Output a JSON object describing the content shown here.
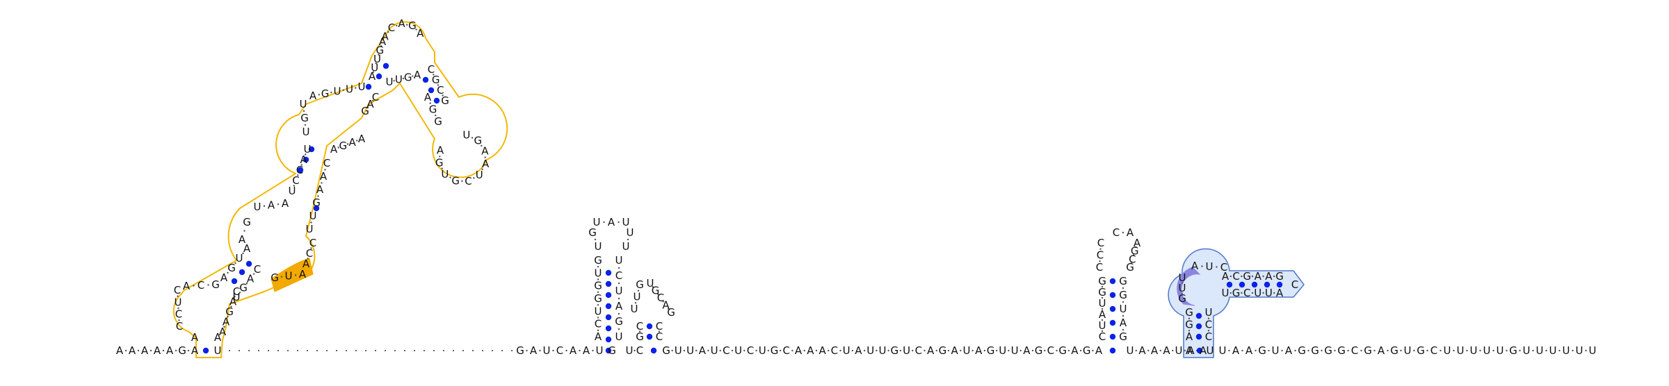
{
  "diagram": {
    "colors": {
      "highlight_yellow": "#f2b705",
      "highlight_yellow_fill": "#f2a900",
      "highlight_blue": "#4f78c8",
      "highlight_blue_fill": "#dbe7fb",
      "highlight_purple": "#8a86e0",
      "base_pair": "#0b22e8",
      "text": "#111111"
    },
    "segments": {
      "leader": "AAAAAGA",
      "stem1_pair": "U",
      "stem1_right": "AAGAC",
      "loop1_left": "CCUC",
      "loop1_top": "ACG",
      "stem2_left": "AGUA",
      "stem2_right": "UGAC",
      "highlight_yellow_seq": "GUA",
      "loop2_left": "AG",
      "loop2_top": "UAA",
      "stem3_left": "UCCAU",
      "stem3_right": "UUGAAC",
      "loop3_left": "UGU",
      "loop3_top": "AGUUU",
      "stem4": "AUUGA",
      "stem4b": "UUGA",
      "apex": "ACAGA",
      "right_arm": "UCGCG",
      "terminal_loop": "UGAAUCGUGA",
      "gap_dots": "................................",
      "hp1_left": "AUCUGGUGU",
      "hp1_loop": "UAU",
      "hp1_right": "UAUUGACUCG",
      "hp2": "UUGCACGCC",
      "after_hp2": "GUUAUCUCUGCAAACUAUUGUCAGAUAGUUAGCGAGA",
      "hp3_left": "CAUUACGGCC",
      "hp3_loop": "CA",
      "hp3_right": "AGCGGUAG",
      "mid_run": "UAAAUAA",
      "hp4_left": "AGGUU",
      "hp4_top": "AUC",
      "hp4_arm_top": "ACGAAG",
      "hp4_arm_bottom": "UGCUUA",
      "hp4_tip": "C",
      "hp4_right": "UCC",
      "trailer": "UAAGUAGGGGCGAGUGCUUUUUGUUUUUU",
      "full_sequence_display": "AAAAAGAU............................GAUCAAUGUCGUUAUCUCUGCAAACUAUUGUCAGAUAGUUAGCGAGAUAAAUAAUUAAGUAGGGGCGAGUGCUUUUUGUUUUUU"
    }
  }
}
